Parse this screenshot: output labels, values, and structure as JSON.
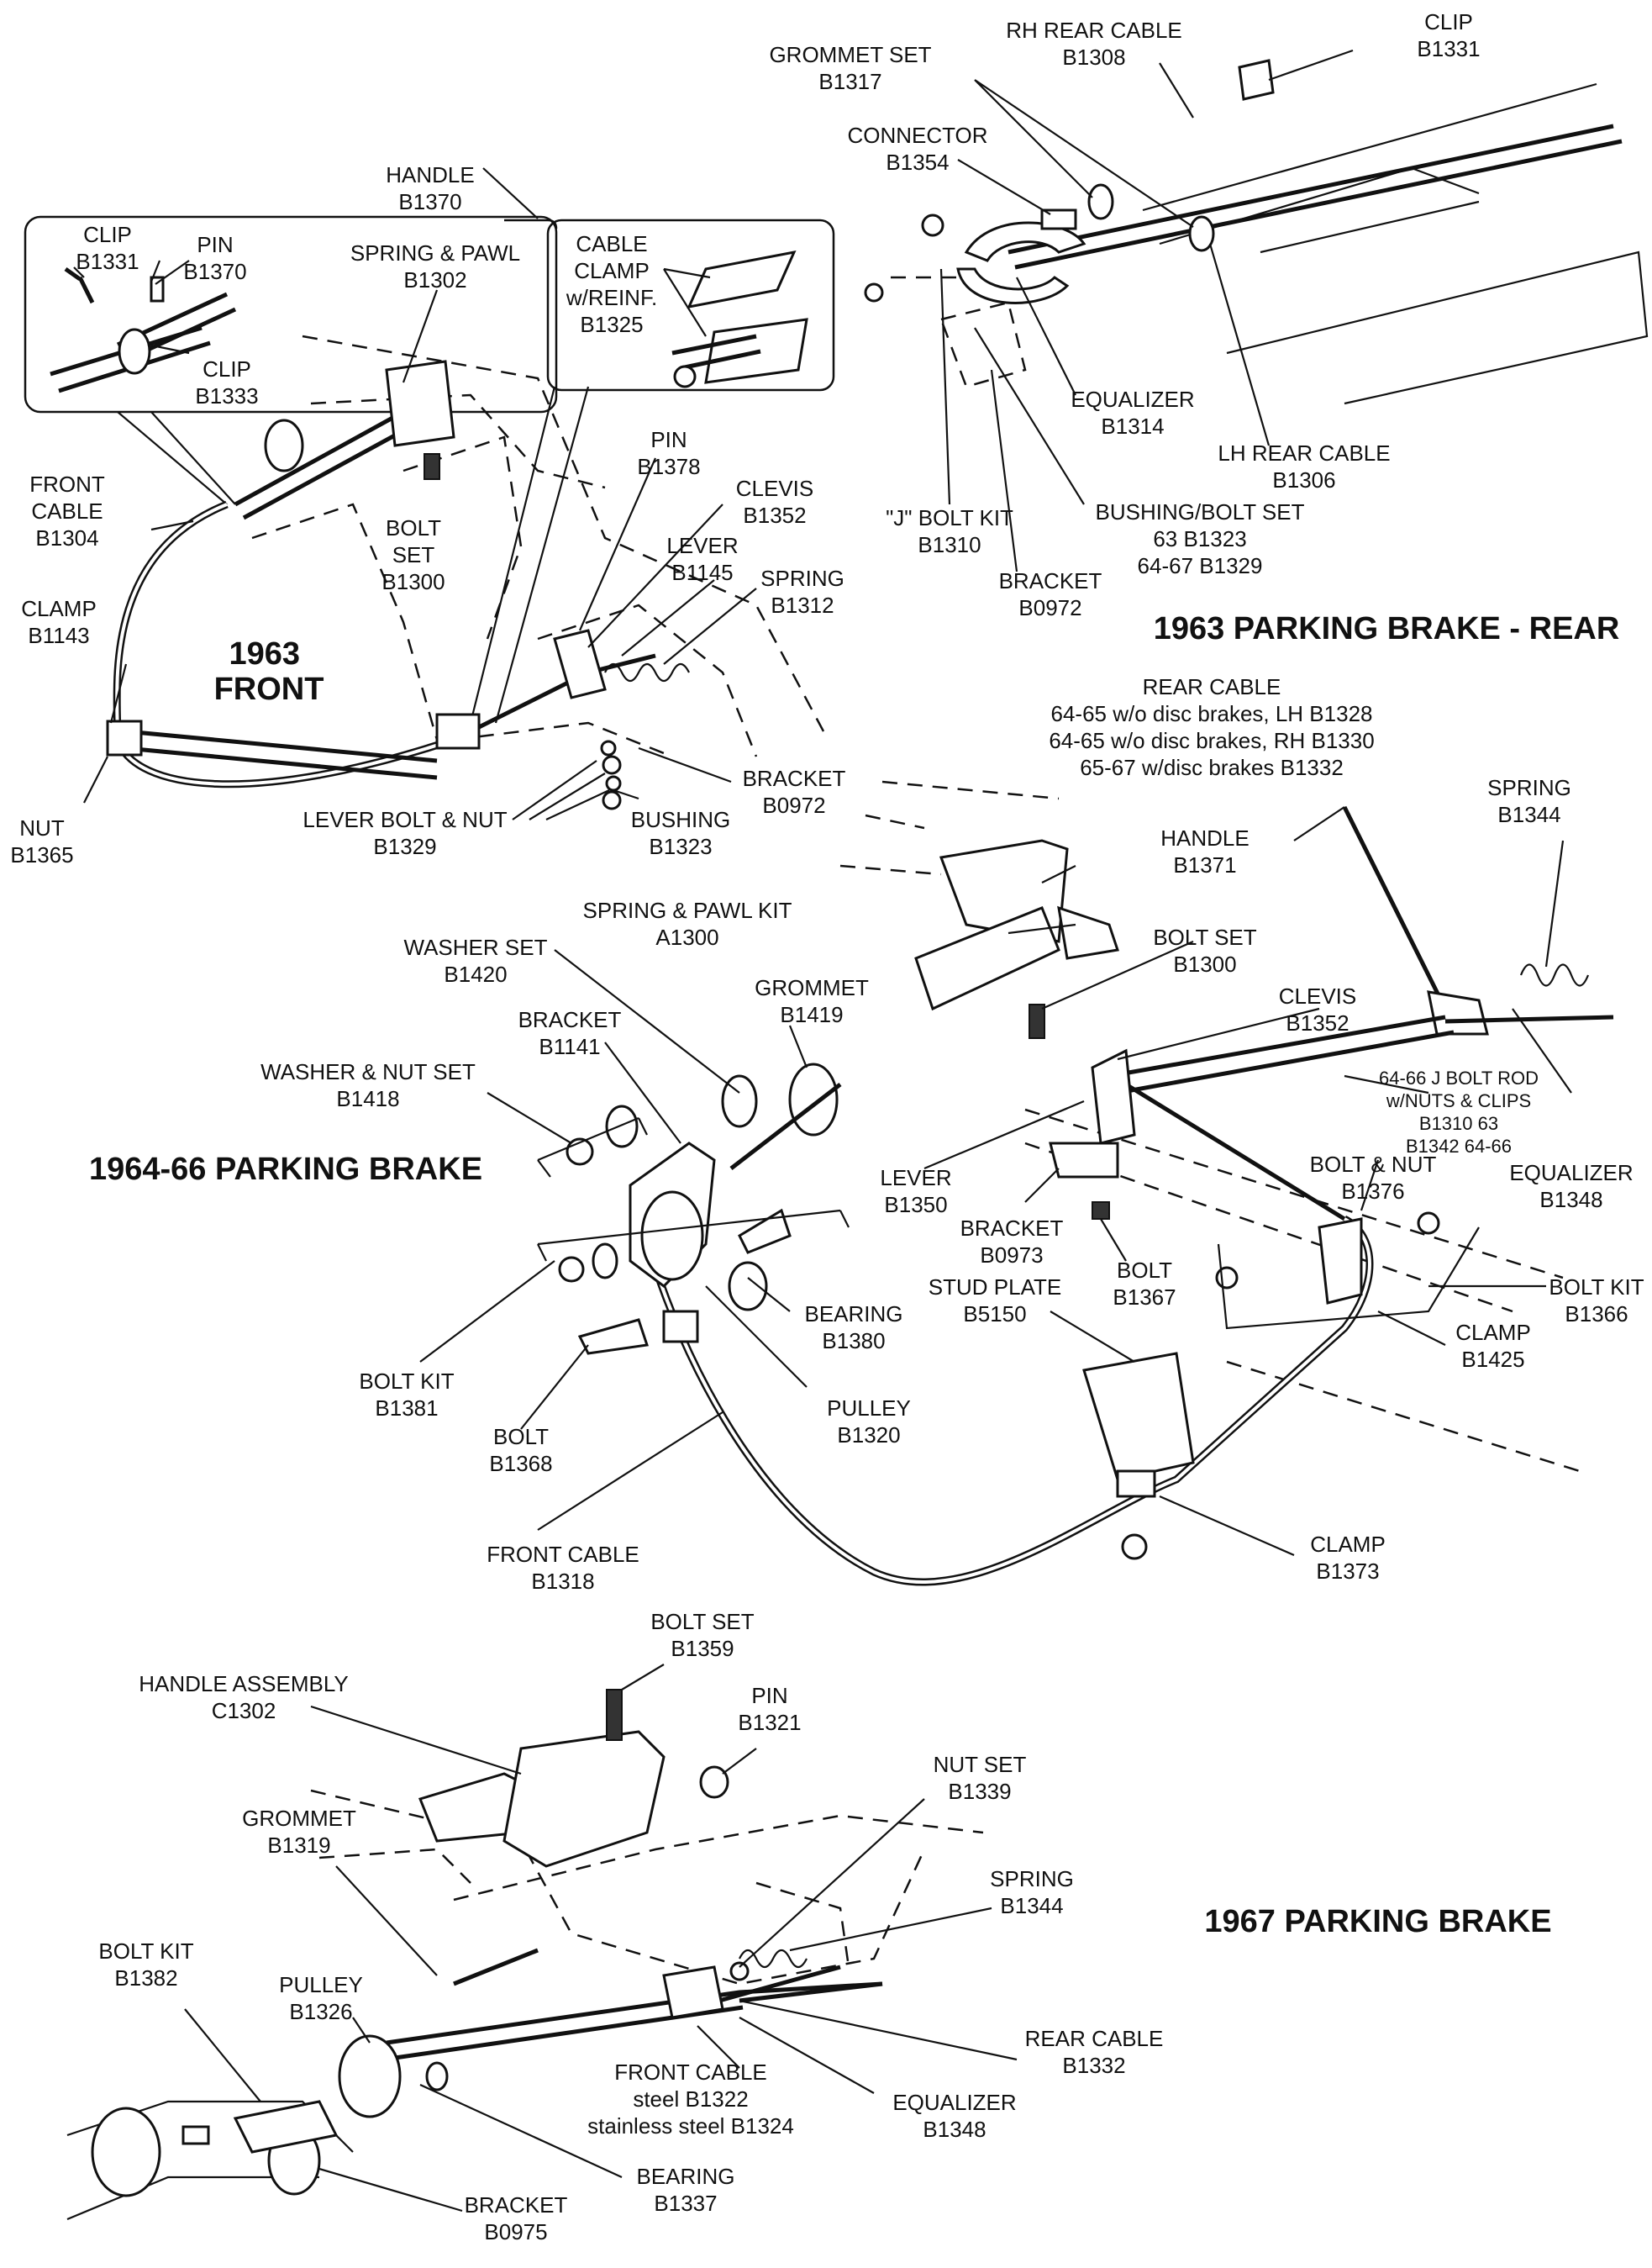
{
  "sections": {
    "front_1963": [
      "1963",
      "FRONT"
    ],
    "rear_1963": "1963 PARKING BRAKE - REAR",
    "brake_1964_66": "1964-66 PARKING BRAKE",
    "brake_1967": "1967 PARKING BRAKE"
  },
  "labels": [
    {
      "id": "clip-b1331-inset",
      "lines": [
        "CLIP",
        "B1331"
      ]
    },
    {
      "id": "pin-b1370",
      "lines": [
        "PIN",
        "B1370"
      ]
    },
    {
      "id": "clip-b1333",
      "lines": [
        "CLIP",
        "B1333"
      ]
    },
    {
      "id": "handle-b1370",
      "lines": [
        "HANDLE",
        "B1370"
      ]
    },
    {
      "id": "spring-pawl-b1302",
      "lines": [
        "SPRING & PAWL",
        "B1302"
      ]
    },
    {
      "id": "cable-clamp-b1325",
      "lines": [
        "CABLE",
        "CLAMP",
        "w/REINF.",
        "B1325"
      ]
    },
    {
      "id": "front-cable-b1304",
      "lines": [
        "FRONT",
        "CABLE",
        "B1304"
      ]
    },
    {
      "id": "bolt-set-b1300-1963",
      "lines": [
        "BOLT",
        "SET",
        "B1300"
      ]
    },
    {
      "id": "pin-b1378",
      "lines": [
        "PIN",
        "B1378"
      ]
    },
    {
      "id": "clevis-b1352-1963",
      "lines": [
        "CLEVIS",
        "B1352"
      ]
    },
    {
      "id": "lever-b1145",
      "lines": [
        "LEVER",
        "B1145"
      ]
    },
    {
      "id": "spring-b1312",
      "lines": [
        "SPRING",
        "B1312"
      ]
    },
    {
      "id": "clamp-b1143",
      "lines": [
        "CLAMP",
        "B1143"
      ]
    },
    {
      "id": "bracket-b0972-front",
      "lines": [
        "BRACKET",
        "B0972"
      ]
    },
    {
      "id": "nut-b1365",
      "lines": [
        "NUT",
        "B1365"
      ]
    },
    {
      "id": "lever-bolt-nut-b1329",
      "lines": [
        "LEVER BOLT & NUT",
        "B1329"
      ]
    },
    {
      "id": "bushing-b1323",
      "lines": [
        "BUSHING",
        "B1323"
      ]
    },
    {
      "id": "grommet-set-b1317",
      "lines": [
        "GROMMET SET",
        "B1317"
      ]
    },
    {
      "id": "rh-rear-cable-b1308",
      "lines": [
        "RH REAR CABLE",
        "B1308"
      ]
    },
    {
      "id": "clip-b1331-rear",
      "lines": [
        "CLIP",
        "B1331"
      ]
    },
    {
      "id": "connector-b1354",
      "lines": [
        "CONNECTOR",
        "B1354"
      ]
    },
    {
      "id": "equalizer-b1314",
      "lines": [
        "EQUALIZER",
        "B1314"
      ]
    },
    {
      "id": "lh-rear-cable-b1306",
      "lines": [
        "LH REAR CABLE",
        "B1306"
      ]
    },
    {
      "id": "j-bolt-kit-b1310",
      "lines": [
        "\"J\" BOLT KIT",
        "B1310"
      ]
    },
    {
      "id": "bushing-bolt-set",
      "lines": [
        "BUSHING/BOLT SET",
        "63  B1323",
        "64-67  B1329"
      ]
    },
    {
      "id": "bracket-b0972-rear",
      "lines": [
        "BRACKET",
        "B0972"
      ]
    },
    {
      "id": "rear-cable-64-67",
      "lines": [
        "REAR CABLE",
        "64-65 w/o disc brakes, LH  B1328",
        "64-65 w/o disc brakes, RH  B1330",
        "65-67 w/disc brakes  B1332"
      ]
    },
    {
      "id": "spring-b1344-6466",
      "lines": [
        "SPRING",
        "B1344"
      ]
    },
    {
      "id": "handle-b1371",
      "lines": [
        "HANDLE",
        "B1371"
      ]
    },
    {
      "id": "spring-pawl-kit-a1300",
      "lines": [
        "SPRING & PAWL KIT",
        "A1300"
      ]
    },
    {
      "id": "bolt-set-b1300-6466",
      "lines": [
        "BOLT  SET",
        "B1300"
      ]
    },
    {
      "id": "washer-set-b1420",
      "lines": [
        "WASHER SET",
        "B1420"
      ]
    },
    {
      "id": "grommet-b1419",
      "lines": [
        "GROMMET",
        "B1419"
      ]
    },
    {
      "id": "clevis-b1352-6466",
      "lines": [
        "CLEVIS",
        "B1352"
      ]
    },
    {
      "id": "bracket-b1141",
      "lines": [
        "BRACKET",
        "B1141"
      ]
    },
    {
      "id": "washer-nut-set-b1418",
      "lines": [
        "WASHER & NUT SET",
        "B1418"
      ]
    },
    {
      "id": "j-bolt-rod",
      "lines": [
        "64-66 J BOLT ROD",
        "w/NUTS & CLIPS",
        "B1310  63",
        "B1342  64-66"
      ]
    },
    {
      "id": "lever-b1350",
      "lines": [
        "LEVER",
        "B1350"
      ]
    },
    {
      "id": "bolt-nut-b1376",
      "lines": [
        "BOLT & NUT",
        "B1376"
      ]
    },
    {
      "id": "equalizer-b1348-6466",
      "lines": [
        "EQUALIZER",
        "B1348"
      ]
    },
    {
      "id": "bracket-b0973",
      "lines": [
        "BRACKET",
        "B0973"
      ]
    },
    {
      "id": "stud-plate-b5150",
      "lines": [
        "STUD PLATE",
        "B5150"
      ]
    },
    {
      "id": "bolt-b1367",
      "lines": [
        "BOLT",
        "B1367"
      ]
    },
    {
      "id": "bolt-kit-b1366",
      "lines": [
        "BOLT KIT",
        "B1366"
      ]
    },
    {
      "id": "bearing-b1380",
      "lines": [
        "BEARING",
        "B1380"
      ]
    },
    {
      "id": "clamp-b1425",
      "lines": [
        "CLAMP",
        "B1425"
      ]
    },
    {
      "id": "bolt-kit-b1381",
      "lines": [
        "BOLT KIT",
        "B1381"
      ]
    },
    {
      "id": "pulley-b1320",
      "lines": [
        "PULLEY",
        "B1320"
      ]
    },
    {
      "id": "bolt-b1368",
      "lines": [
        "BOLT",
        "B1368"
      ]
    },
    {
      "id": "front-cable-b1318",
      "lines": [
        "FRONT CABLE",
        "B1318"
      ]
    },
    {
      "id": "clamp-b1373",
      "lines": [
        "CLAMP",
        "B1373"
      ]
    },
    {
      "id": "bolt-set-b1359",
      "lines": [
        "BOLT SET",
        "B1359"
      ]
    },
    {
      "id": "handle-assembly-c1302",
      "lines": [
        "HANDLE ASSEMBLY",
        "C1302"
      ]
    },
    {
      "id": "pin-b1321",
      "lines": [
        "PIN",
        "B1321"
      ]
    },
    {
      "id": "nut-set-b1339",
      "lines": [
        "NUT SET",
        "B1339"
      ]
    },
    {
      "id": "grommet-b1319",
      "lines": [
        "GROMMET",
        "B1319"
      ]
    },
    {
      "id": "spring-b1344-1967",
      "lines": [
        "SPRING",
        "B1344"
      ]
    },
    {
      "id": "bolt-kit-b1382",
      "lines": [
        "BOLT KIT",
        "B1382"
      ]
    },
    {
      "id": "pulley-b1326",
      "lines": [
        "PULLEY",
        "B1326"
      ]
    },
    {
      "id": "rear-cable-b1332",
      "lines": [
        "REAR CABLE",
        "B1332"
      ]
    },
    {
      "id": "front-cable-1967",
      "lines": [
        "FRONT CABLE",
        "steel  B1322",
        "stainless steel  B1324"
      ]
    },
    {
      "id": "equalizer-b1348-1967",
      "lines": [
        "EQUALIZER",
        "B1348"
      ]
    },
    {
      "id": "bearing-b1337",
      "lines": [
        "BEARING",
        "B1337"
      ]
    },
    {
      "id": "bracket-b0975",
      "lines": [
        "BRACKET",
        "B0975"
      ]
    }
  ]
}
